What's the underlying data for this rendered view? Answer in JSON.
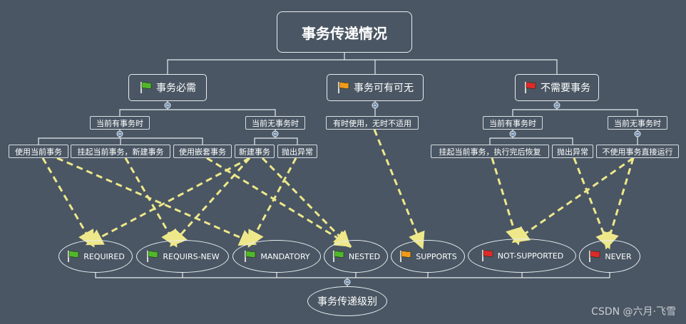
{
  "root": {
    "title": "事务传递情况"
  },
  "groups": {
    "required_tx": {
      "label": "事务必需",
      "flag": "green-flag-icon",
      "flag_color": "#4fb82b"
    },
    "optional_tx": {
      "label": "事务可有可无",
      "flag": "orange-flag-icon",
      "flag_color": "#f29a1a"
    },
    "no_tx": {
      "label": "不需要事务",
      "flag": "red-flag-icon",
      "flag_color": "#e02a2a"
    }
  },
  "conditions": {
    "req_has": "当前有事务时",
    "req_none": "当前无事务时",
    "opt_any": "有时使用，无时不适用",
    "no_has": "当前有事务时",
    "no_none": "当前无事务时"
  },
  "actions": {
    "use_current": "使用当前事务",
    "suspend_new": "挂起当前事务，新建事务",
    "use_nested": "使用嵌套事务",
    "create_new": "新建事务",
    "throw_req": "抛出异常",
    "suspend_run": "挂起当前事务，执行完后恢复",
    "throw_no": "抛出异常",
    "run_without": "不使用事务直接运行"
  },
  "propagation": [
    {
      "key": "required",
      "label": "REQUIRED",
      "flag_color": "#4fb82b"
    },
    {
      "key": "requires_new",
      "label": "REQUIRS-NEW",
      "flag_color": "#4fb82b"
    },
    {
      "key": "mandatory",
      "label": "MANDATORY",
      "flag_color": "#4fb82b"
    },
    {
      "key": "nested",
      "label": "NESTED",
      "flag_color": "#4fb82b"
    },
    {
      "key": "supports",
      "label": "SUPPORTS",
      "flag_color": "#f29a1a"
    },
    {
      "key": "not_supported",
      "label": "NOT-SUPPORTED",
      "flag_color": "#e02a2a"
    },
    {
      "key": "never",
      "label": "NEVER",
      "flag_color": "#e02a2a"
    }
  ],
  "level": {
    "title": "事务传递级别"
  },
  "mappings": [
    {
      "from": "use_current",
      "to": "required"
    },
    {
      "from": "use_current",
      "to": "mandatory"
    },
    {
      "from": "suspend_new",
      "to": "requires_new"
    },
    {
      "from": "use_nested",
      "to": "nested"
    },
    {
      "from": "create_new",
      "to": "required"
    },
    {
      "from": "create_new",
      "to": "requires_new"
    },
    {
      "from": "create_new",
      "to": "nested"
    },
    {
      "from": "throw_req",
      "to": "mandatory"
    },
    {
      "from": "opt_any",
      "to": "supports"
    },
    {
      "from": "suspend_run",
      "to": "not_supported"
    },
    {
      "from": "throw_no",
      "to": "never"
    },
    {
      "from": "run_without",
      "to": "not_supported"
    },
    {
      "from": "run_without",
      "to": "never"
    }
  ],
  "colors": {
    "background": "#4a5663",
    "line": "#e8edf2",
    "arrow": "#eee88a"
  },
  "watermark": "CSDN @六月·飞雪"
}
